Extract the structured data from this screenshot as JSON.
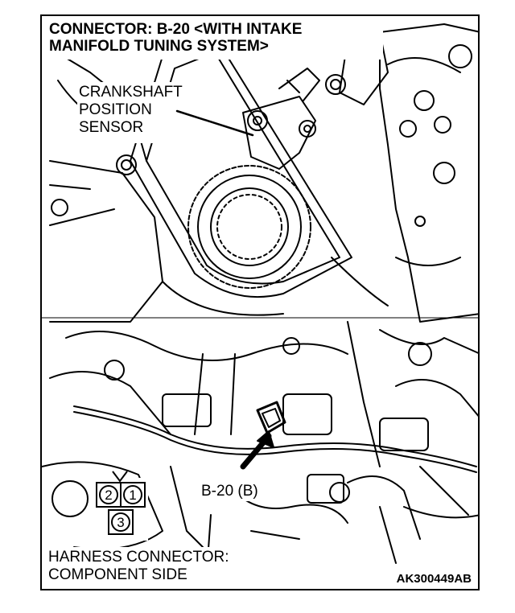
{
  "title": {
    "line1": "CONNECTOR: B-20 <WITH INTAKE",
    "line2": "MANIFOLD TUNING SYSTEM>"
  },
  "sensor_label": {
    "line1": "CRANKSHAFT",
    "line2": "POSITION",
    "line3": "SENSOR"
  },
  "connector_label": "B-20 (B)",
  "pins": [
    "2",
    "1",
    "3"
  ],
  "harness": {
    "line1": "HARNESS CONNECTOR:",
    "line2": "COMPONENT SIDE"
  },
  "figure_code": "AK300449AB"
}
